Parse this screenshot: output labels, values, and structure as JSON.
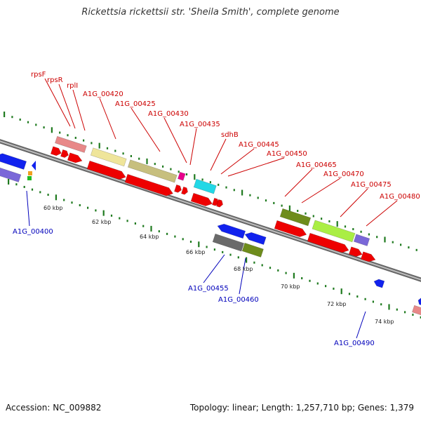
{
  "title": "Rickettsia rickettsii str. 'Sheila Smith', complete genome",
  "footer": {
    "accession": "Accession: NC_009882",
    "topology": "Topology: linear; Length: 1,257,710 bp; Genes: 1,379"
  },
  "colors": {
    "top_label": "#cc0000",
    "bottom_label": "#0000bb",
    "tick": "#1f7a1f",
    "backbone": "#8a8a8a"
  },
  "scale_labels": [
    "60 kbp",
    "62 kbp",
    "64 kbp",
    "66 kbp",
    "68 kbp",
    "70 kbp",
    "72 kbp",
    "74 kbp"
  ],
  "top_genes": [
    "rpsF",
    "rpsR",
    "rplI",
    "A1G_00420",
    "A1G_00425",
    "A1G_00430",
    "A1G_00435",
    "sdhB",
    "A1G_00445",
    "A1G_00450",
    "A1G_00465",
    "A1G_00470",
    "A1G_00475",
    "A1G_00480"
  ],
  "bottom_genes": [
    "A1G_00400",
    "A1G_00455",
    "A1G_00460",
    "A1G_00490"
  ]
}
